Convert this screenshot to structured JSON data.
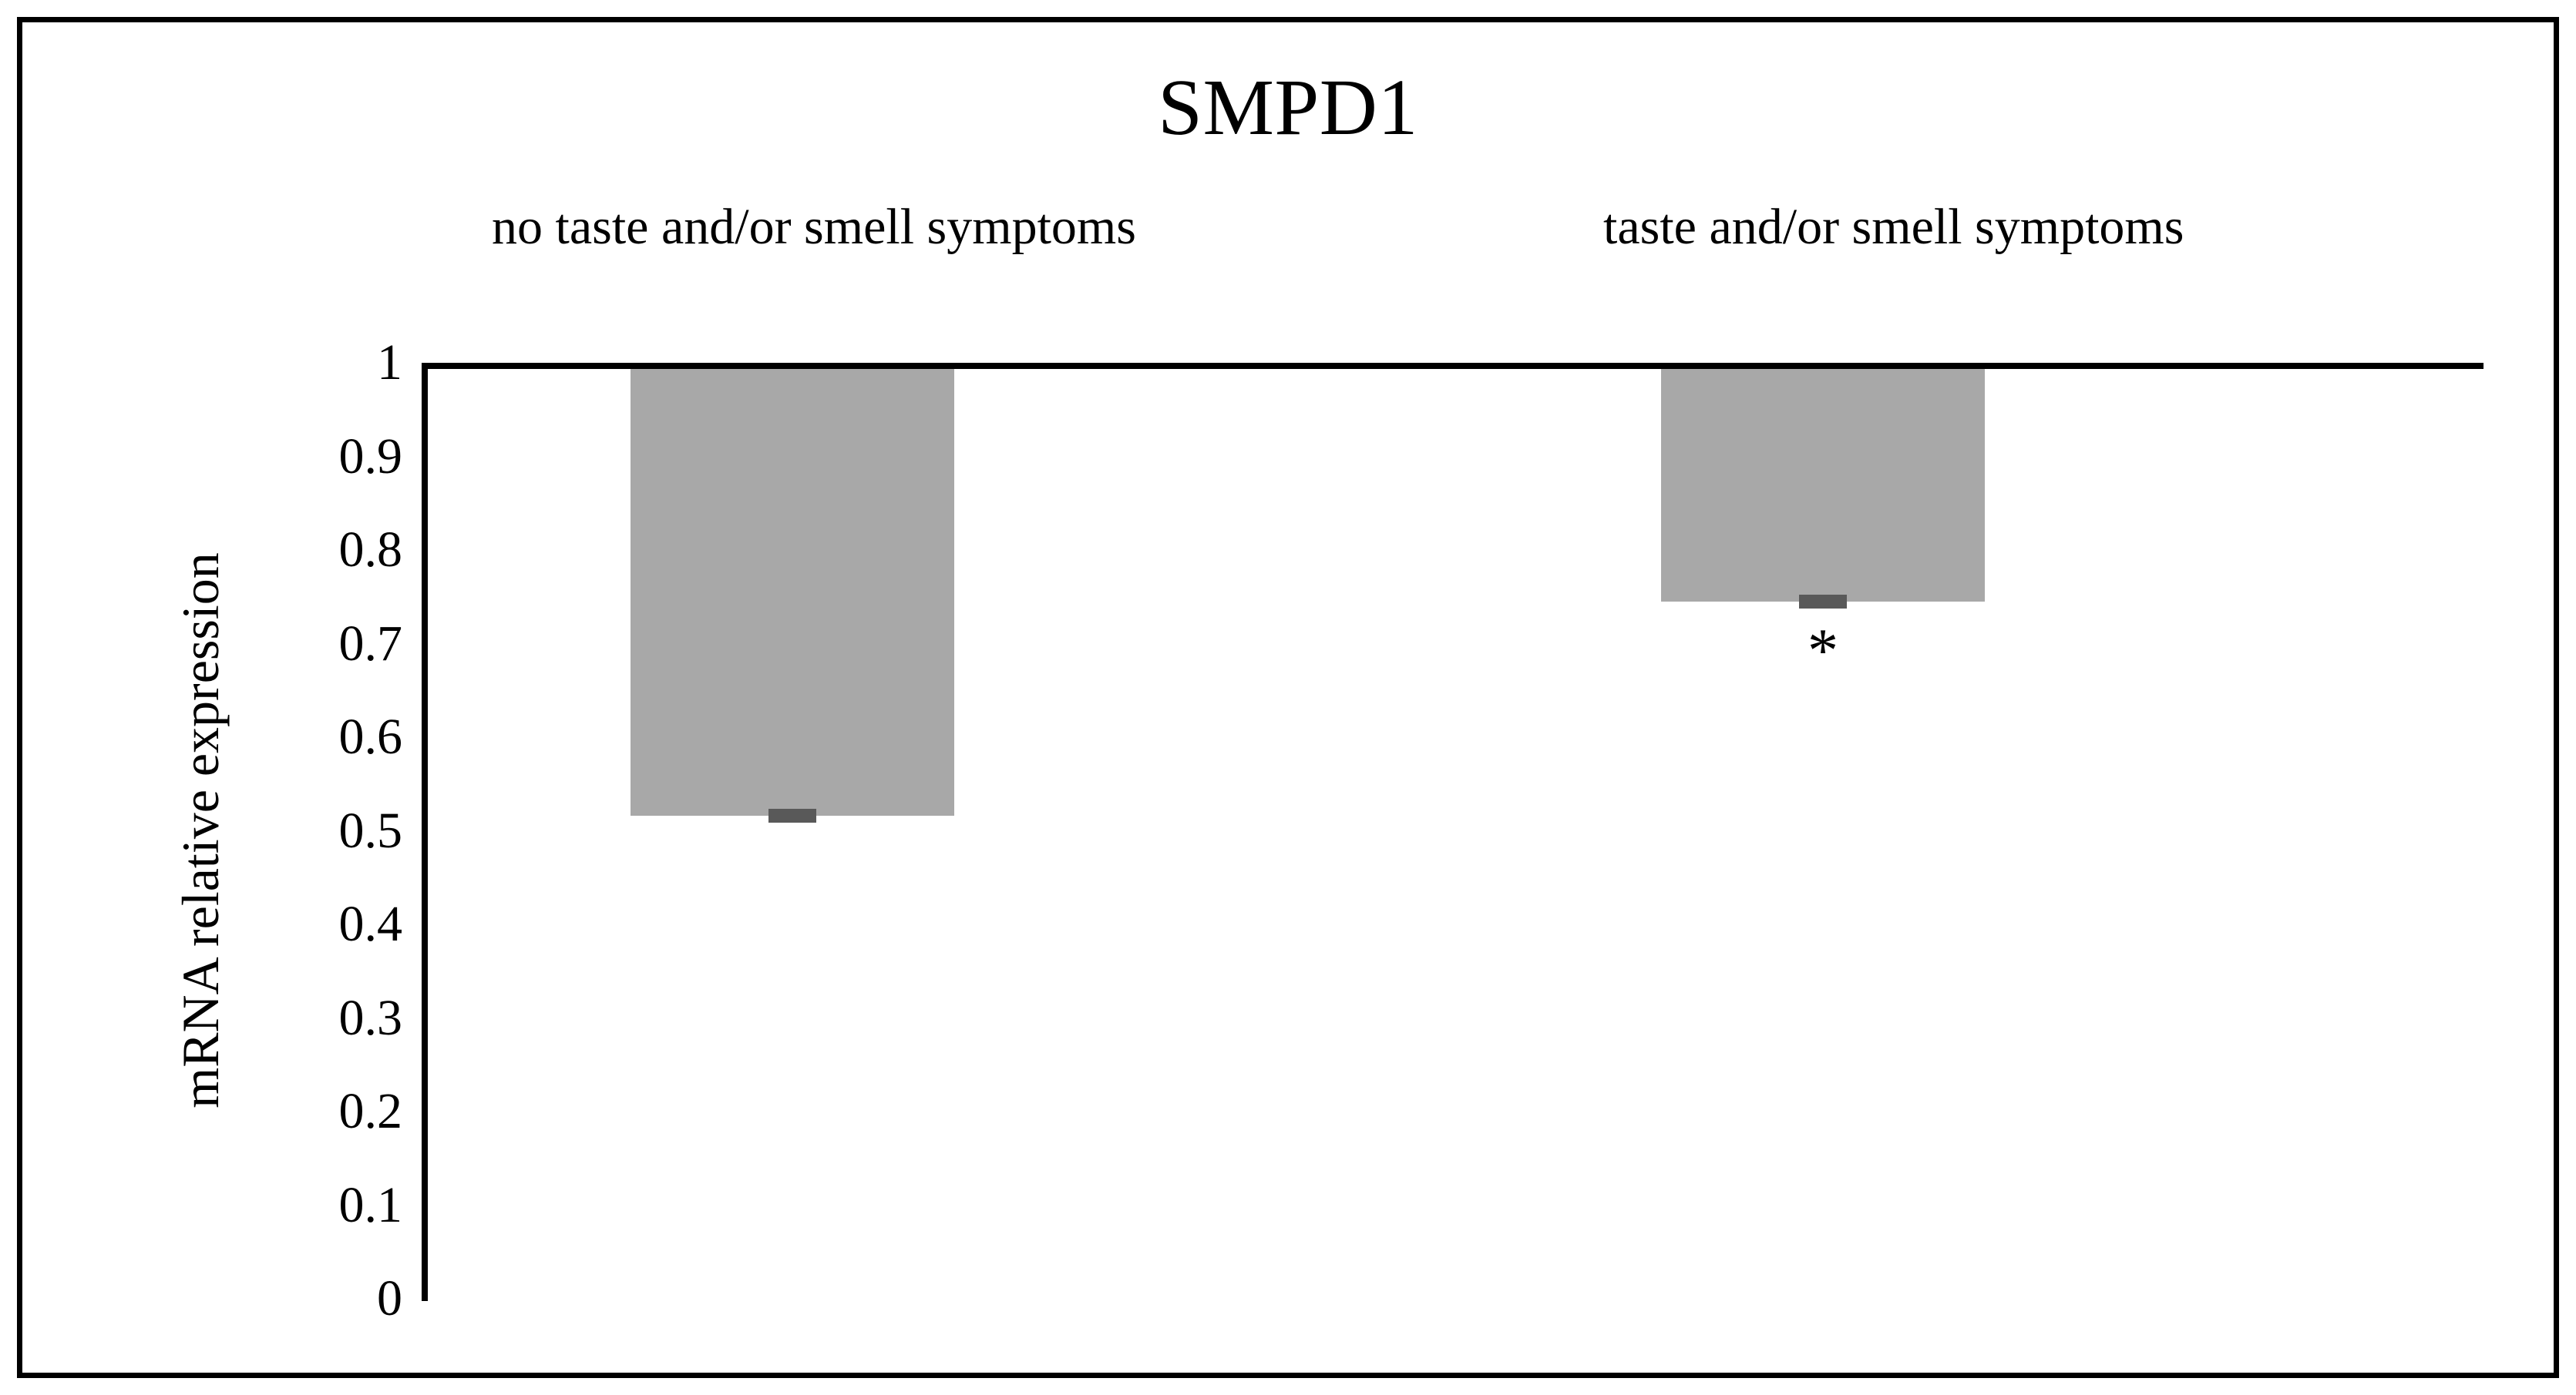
{
  "chart_data": {
    "type": "bar",
    "title": "SMPD1",
    "xlabel": "",
    "ylabel": "mRNA relative expression",
    "categories": [
      "no taste and/or smell symptoms",
      "taste and/or smell symptoms"
    ],
    "values": [
      0.52,
      0.75
    ],
    "errors": [
      0.02,
      0.02
    ],
    "ylim": [
      0,
      1
    ],
    "y_ticks": [
      "1",
      "0.9",
      "0.8",
      "0.7",
      "0.6",
      "0.5",
      "0.4",
      "0.3",
      "0.2",
      "0.1",
      "0"
    ],
    "y_tick_values": [
      1,
      0.9,
      0.8,
      0.7,
      0.6,
      0.5,
      0.4,
      0.3,
      0.2,
      0.1,
      0
    ],
    "grid": false,
    "legend": false,
    "bar_color": "#a8a8a8",
    "error_color": "#595959",
    "axis_color": "#000000",
    "background_color": "#ffffff",
    "annotations": [
      {
        "text": "*",
        "category_index": 1,
        "meaning": "significant"
      }
    ]
  }
}
